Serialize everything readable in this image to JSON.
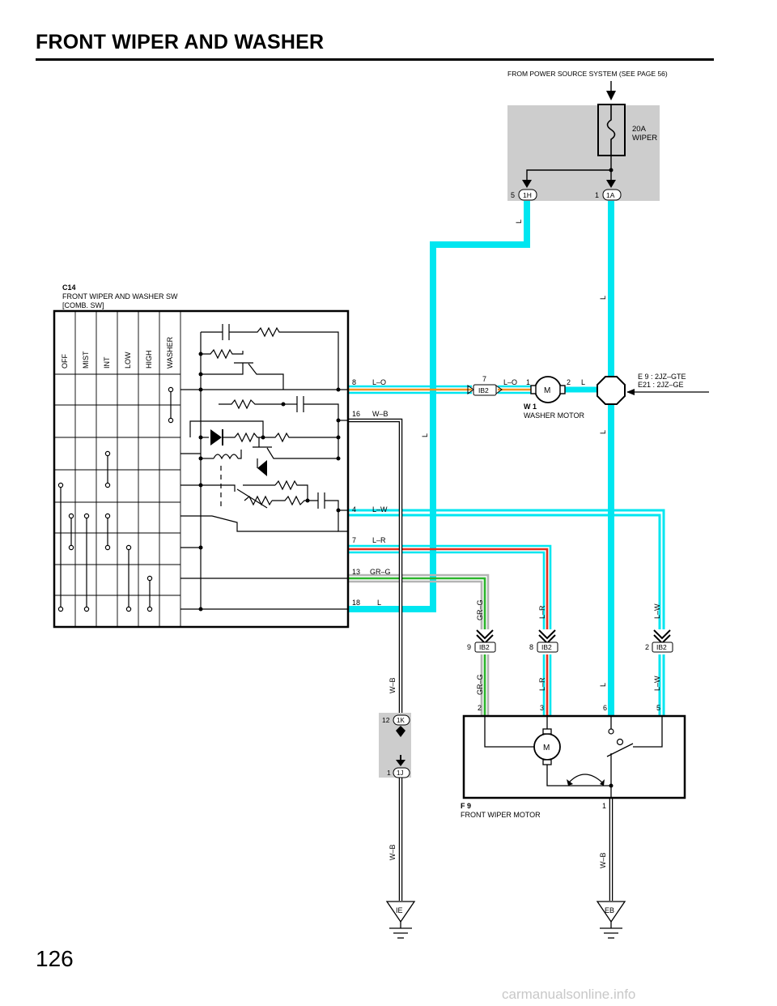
{
  "page": {
    "title": "FRONT WIPER AND WASHER",
    "page_number": "126",
    "watermark": "carmanualsonline.info"
  },
  "power": {
    "source": "FROM POWER SOURCE SYSTEM (SEE PAGE 56)",
    "fuse_amps": "20A",
    "fuse_name": "WIPER",
    "conn_left_pin": "5",
    "conn_left_id": "1H",
    "conn_right_pin": "1",
    "conn_right_id": "1A"
  },
  "switch": {
    "code": "C14",
    "name": "FRONT WIPER AND WASHER SW",
    "sub": "[COMB.  SW]",
    "positions": [
      "OFF",
      "MIST",
      "INT",
      "LOW",
      "HIGH",
      "WASHER"
    ],
    "pins": [
      {
        "pin": "8",
        "wire": "L–O"
      },
      {
        "pin": "16",
        "wire": "W–B"
      },
      {
        "pin": "4",
        "wire": "L–W"
      },
      {
        "pin": "7",
        "wire": "L–R"
      },
      {
        "pin": "13",
        "wire": "GR–G"
      },
      {
        "pin": "18",
        "wire": "L"
      }
    ]
  },
  "washer_motor": {
    "code": "W 1",
    "name": "WASHER MOTOR",
    "conn_pin": "7",
    "conn_id": "IB2",
    "wire_in": "L–O",
    "pin_in": "1",
    "pin_out": "2",
    "wire_out": "L",
    "symbol": "M"
  },
  "junction": {
    "line1": "E 9 : 2JZ–GTE",
    "line2": "E21 : 2JZ–GE"
  },
  "wire_labels": {
    "l": "L",
    "wb": "W–B",
    "grg": "GR–G",
    "lr": "L–R",
    "lw": "L–W"
  },
  "ib2_connectors": [
    {
      "pin": "9",
      "id": "IB2"
    },
    {
      "pin": "8",
      "id": "IB2"
    },
    {
      "pin": "2",
      "id": "IB2"
    }
  ],
  "ground_conn": {
    "top_pin": "12",
    "top_id": "1K",
    "bottom_pin": "1",
    "bottom_id": "1J"
  },
  "wiper_motor": {
    "code": "F 9",
    "name": "FRONT WIPER MOTOR",
    "pins": [
      "2",
      "3",
      "6",
      "5"
    ],
    "ground_pin": "1",
    "symbol": "M"
  },
  "grounds": [
    "IE",
    "EB"
  ],
  "colors": {
    "cyan": "#00e6f0",
    "red": "#e53020",
    "green": "#2bb52b",
    "orange": "#f29420",
    "fuse_box": "#cdcdcd"
  }
}
